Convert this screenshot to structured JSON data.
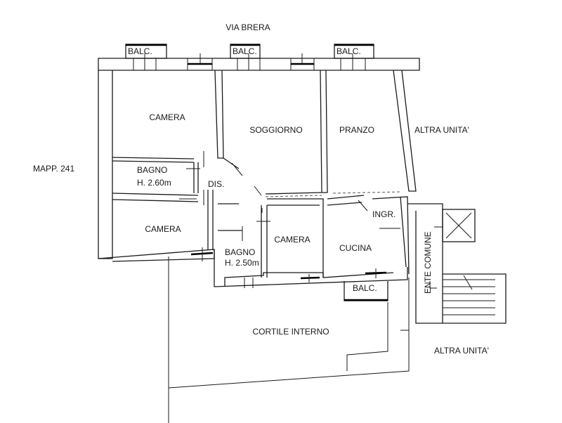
{
  "labels": {
    "street": "VIA BRERA",
    "mapp": "MAPP. 241",
    "balc_1": "BALC.",
    "balc_2": "BALC.",
    "balc_3": "BALC.",
    "balc_4": "BALC.",
    "camera_1": "CAMERA",
    "soggiorno": "SOGGIORNO",
    "pranzo": "PRANZO",
    "altra_unita_top": "ALTRA UNITA'",
    "bagno_1": "BAGNO",
    "bagno_1_height": "H. 2.60m",
    "dis": "DIS.",
    "camera_2": "CAMERA",
    "camera_3": "CAMERA",
    "ingr": "INGR.",
    "bagno_2": "BAGNO",
    "bagno_2_height": "H. 2.50m",
    "cucina": "CUCINA",
    "ente_comune": "ENTE COMUNE",
    "cortile": "CORTILE INTERNO",
    "altra_unita_bottom": "ALTRA UNITA'"
  },
  "colors": {
    "line": "#1a1a1a",
    "background": "#ffffff"
  }
}
